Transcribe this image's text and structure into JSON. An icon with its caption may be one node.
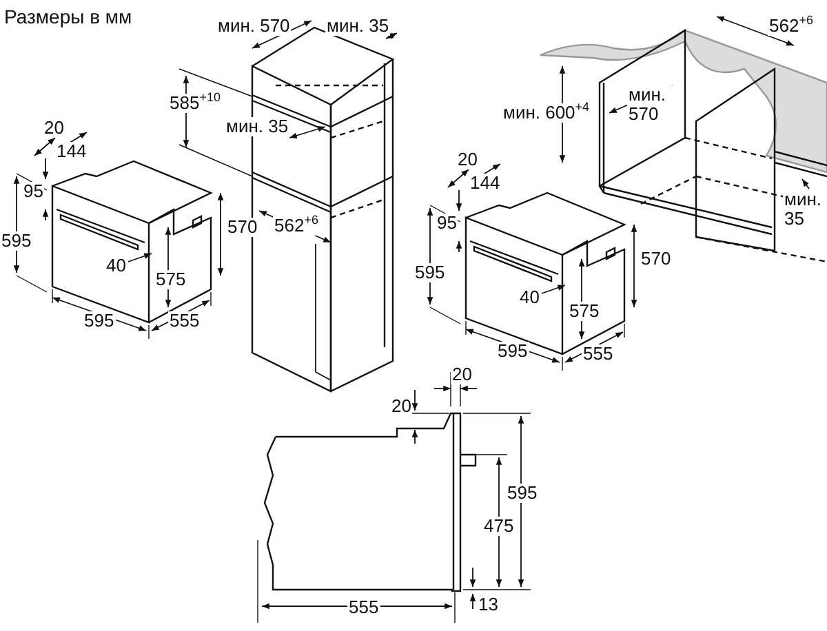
{
  "diagram": {
    "labels": [
      "Размеры в мм",
      "мин. 570",
      "мин. 35",
      "562$^{+6}$",
      "585$^{+10}$",
      "мин. 600$^{+4}$",
      "мин. 570",
      "мин. 35",
      "20",
      "144",
      "95",
      "595",
      "570",
      "40",
      "575",
      "595",
      "555",
      "562$^{+6}$",
      "мин. 35",
      "20",
      "144",
      "95",
      "595",
      "570",
      "40",
      "575",
      "595",
      "555",
      "20",
      "20",
      "595",
      "475",
      "13",
      "555"
    ]
  }
}
